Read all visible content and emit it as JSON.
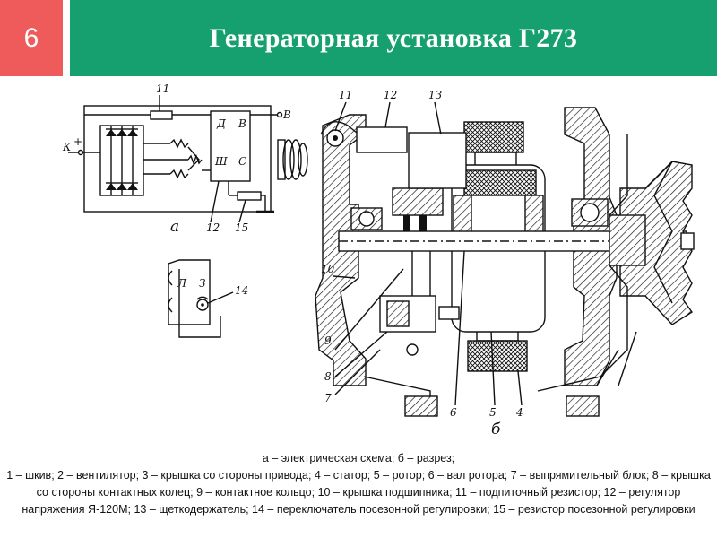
{
  "slide": {
    "number": "6"
  },
  "header": {
    "title": "Генераторная установка Г273"
  },
  "scheme": {
    "labels": {
      "l11": "11",
      "l12": "12",
      "l15": "15",
      "l14": "14",
      "a": "а",
      "k": "К",
      "plus": "+",
      "v_out": "В",
      "d": "Д",
      "v": "В",
      "sh": "Ш",
      "s": "С",
      "L": "Л",
      "Z": "З"
    }
  },
  "section": {
    "labels": {
      "n11": "11",
      "n12": "12",
      "n13": "13",
      "n10": "10",
      "n9": "9",
      "n8": "8",
      "n7": "7",
      "n6": "6",
      "n5": "5",
      "n4": "4",
      "b": "б"
    }
  },
  "caption": {
    "line1": "а – электрическая схема; б – разрез;",
    "line2": "1 – шкив; 2 – вентилятор; 3 – крышка со стороны привода; 4 – статор; 5 – ротор; 6 – вал ротора;  7 – выпрямительный блок; 8 – крышка со стороны контактных колец; 9 – контактное кольцо; 10 – крышка подшипника; 11 – подпиточный резистор; 12 – регулятор напряжения Я-120М; 13 – щеткодержатель; 14 – переключатель посезонной регулировки; 15 – резистор посезонной регулировки"
  },
  "colors": {
    "badge": "#ef5b5b",
    "header": "#17a06f"
  }
}
